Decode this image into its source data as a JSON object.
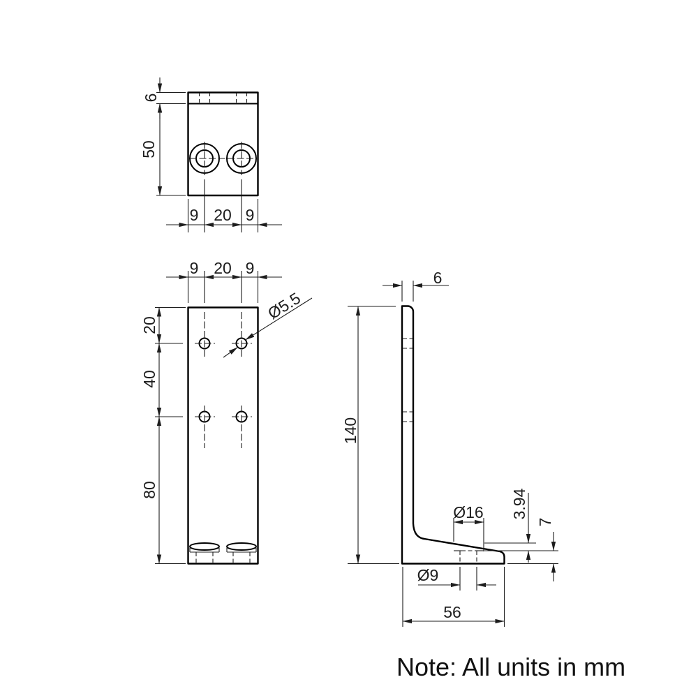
{
  "note": {
    "text": "Note: All units in mm"
  },
  "top_view": {
    "plate_thickness": "6",
    "body_depth": "50",
    "hole_margin_left": "9",
    "hole_spacing": "20",
    "hole_margin_right": "9"
  },
  "front_view": {
    "hole_margin_left": "9",
    "hole_spacing": "20",
    "hole_margin_right": "9",
    "top_to_first_row": "20",
    "first_to_second_row": "40",
    "second_row_to_bottom": "80",
    "small_hole_diameter": "Ø5.5"
  },
  "side_view": {
    "wall_thickness": "6",
    "overall_height": "140",
    "counterbore_diameter": "Ø16",
    "counterbore_step": "3.94",
    "base_remaining_thickness": "7",
    "through_hole_diameter": "Ø9",
    "base_width": "56"
  }
}
